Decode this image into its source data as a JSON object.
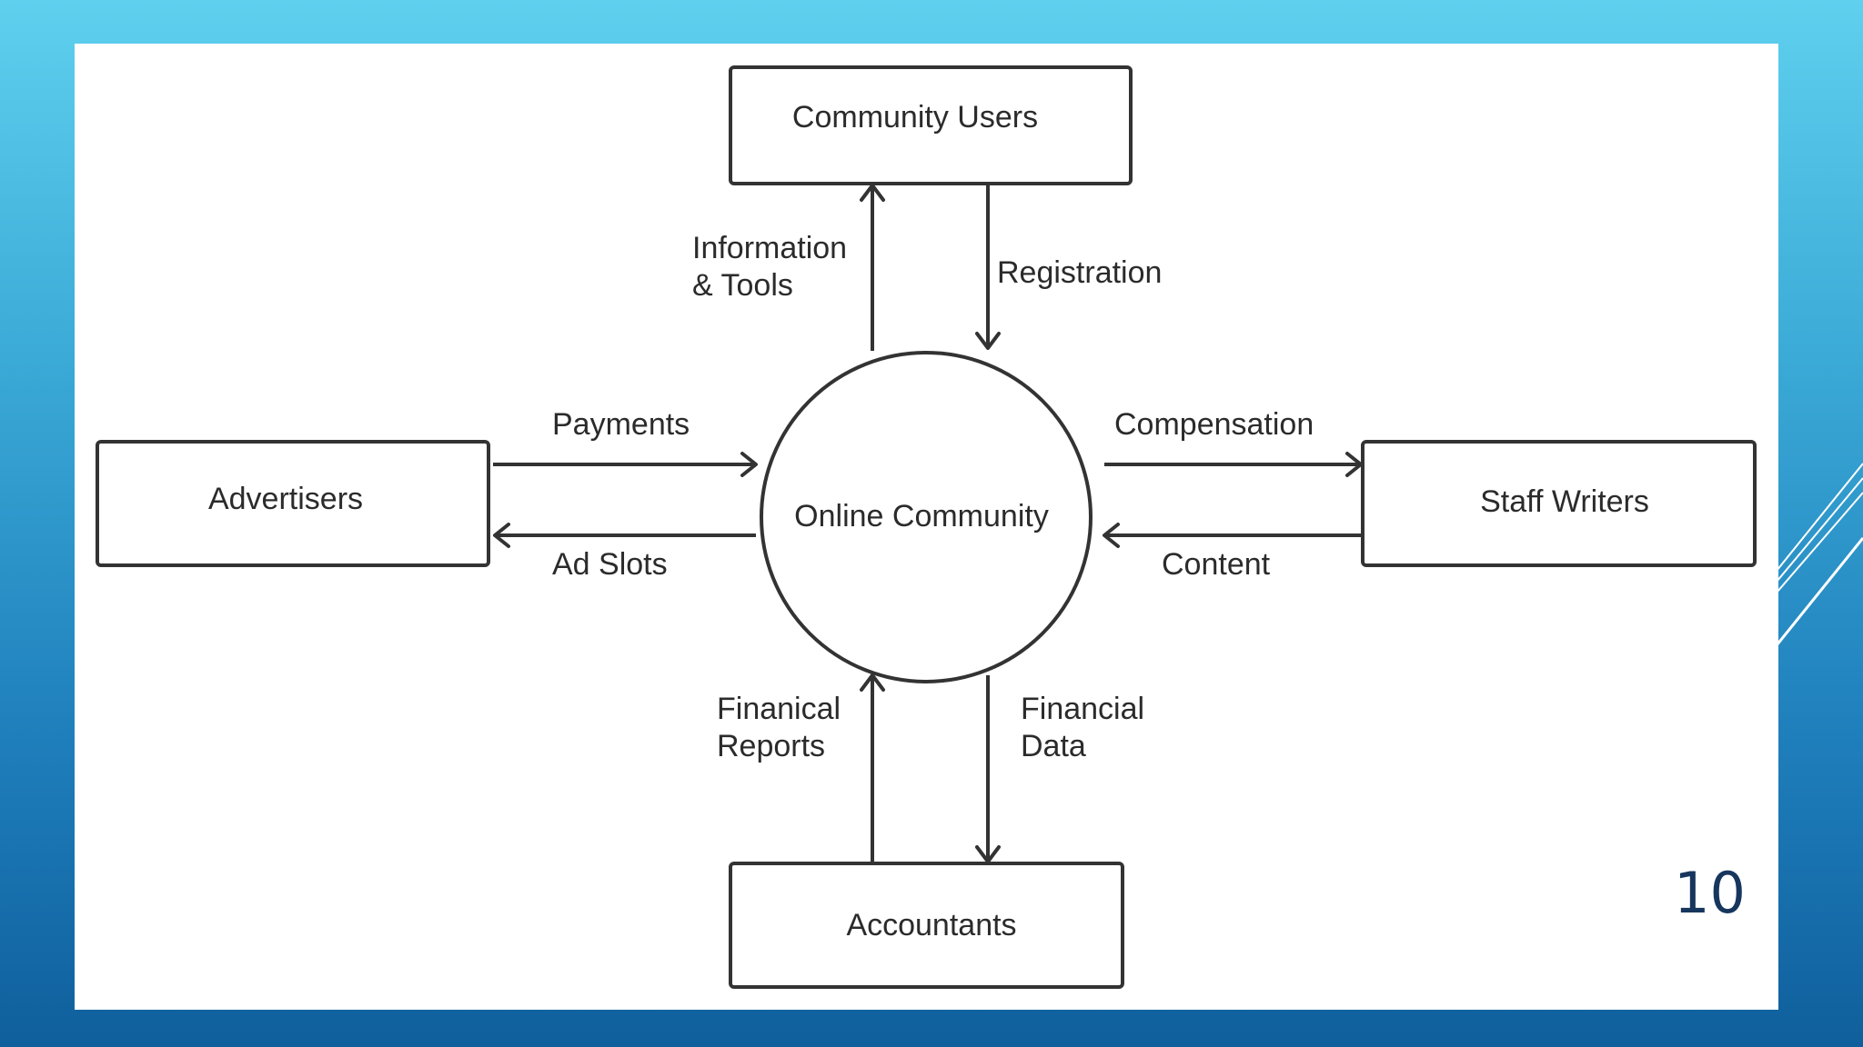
{
  "slide": {
    "number": "10"
  },
  "diagram": {
    "process": "Online Community",
    "entities": {
      "top": "Community Users",
      "left": "Advertisers",
      "right": "Staff Writers",
      "bottom": "Accountants"
    },
    "flows": {
      "info_tools_line1": "Information",
      "info_tools_line2": "& Tools",
      "registration": "Registration",
      "payments": "Payments",
      "ad_slots": "Ad Slots",
      "compensation": "Compensation",
      "content": "Content",
      "financial_reports_line1": "Finanical",
      "financial_reports_line2": "Reports",
      "financial_data_line1": "Financial",
      "financial_data_line2": "Data"
    }
  },
  "colors": {
    "stroke": "#333333",
    "text": "#2b2b2b",
    "slide_number": "#17365d"
  }
}
